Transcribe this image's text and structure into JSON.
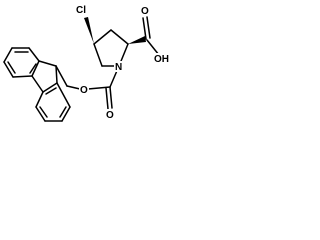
{
  "molecule": {
    "atoms": {
      "chlorine": "Cl",
      "nitrogen": "N",
      "carboxyl_oxygen": "O",
      "carboxyl_hydroxyl": "OH",
      "carbamate_carbonyl_oxygen": "O",
      "carbamate_ester_oxygen": "O"
    },
    "colors": {
      "bond": "#000000",
      "label": "#000000",
      "background": "#ffffff"
    }
  }
}
